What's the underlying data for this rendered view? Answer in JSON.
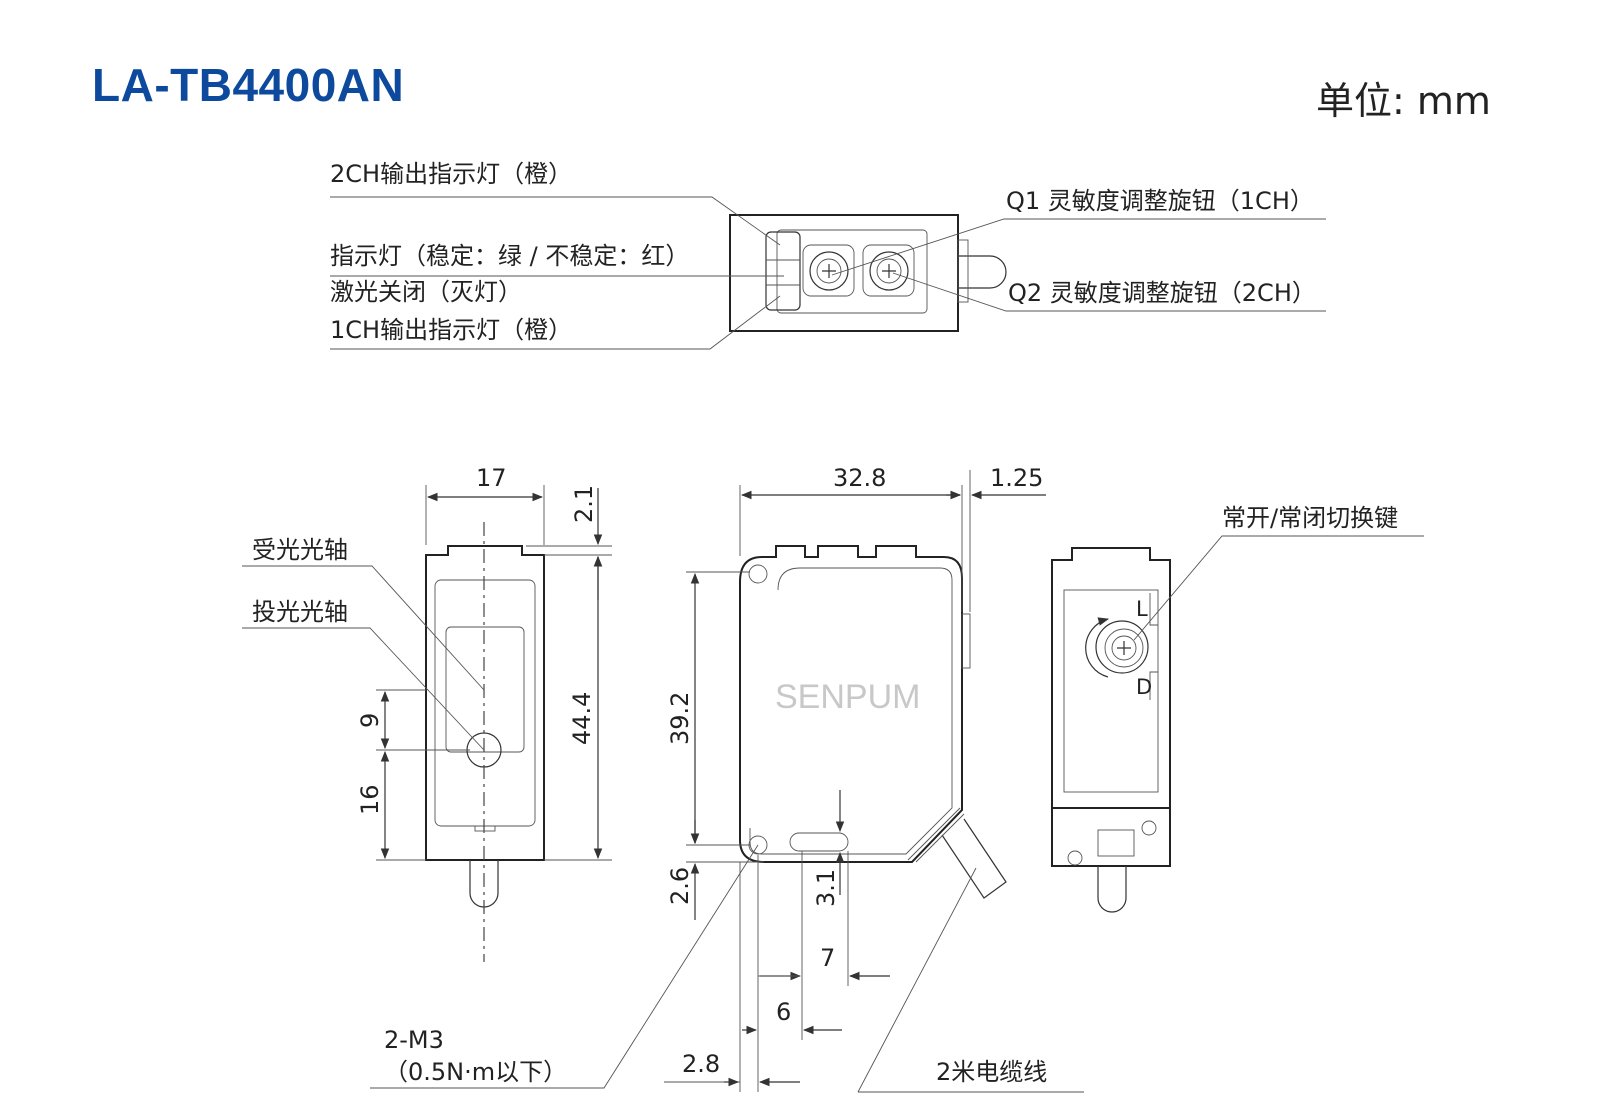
{
  "header": {
    "model": "LA-TB4400AN",
    "unit": "单位: mm"
  },
  "top_view": {
    "callouts": {
      "ch2_indicator": "2CH输出指示灯（橙）",
      "status_indicator": "指示灯（稳定：绿 / 不稳定：红）",
      "laser_off": "激光关闭（灭灯）",
      "ch1_indicator": "1CH输出指示灯（橙）",
      "q1_knob": "Q1  灵敏度调整旋钮（1CH）",
      "q2_knob": "Q2  灵敏度调整旋钮（2CH）"
    }
  },
  "front_view": {
    "receive_axis": "受光光轴",
    "emit_axis": "投光光轴",
    "dims": {
      "width": "17",
      "top_offset": "2.1",
      "height": "44.4",
      "axis_gap": "9",
      "axis_bottom": "16"
    }
  },
  "side_view": {
    "watermark": "SENPUM",
    "dims": {
      "width": "32.8",
      "protrusion": "1.25",
      "height": "39.2",
      "bottom_offset": "2.6",
      "slot_height": "3.1",
      "slot_width": "7",
      "hole_spacing": "6",
      "hole_edge": "2.8"
    },
    "mount_screw_line1": "2-M3",
    "mount_screw_line2": "（0.5N·m以下）",
    "cable": "2米电缆线"
  },
  "rear_view": {
    "switch_label": "常开/常闭切换键",
    "mode_l": "L",
    "mode_d": "D"
  }
}
